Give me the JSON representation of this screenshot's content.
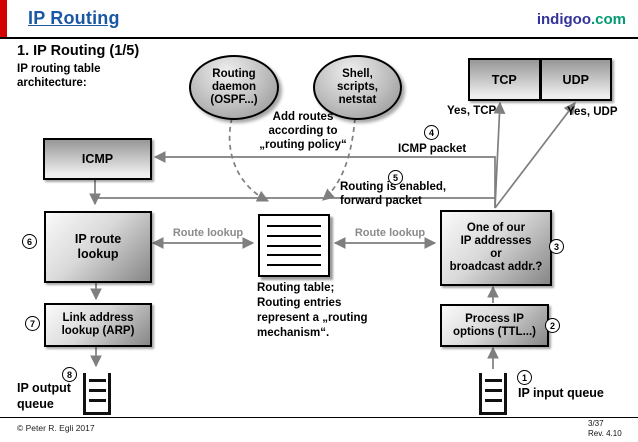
{
  "header": {
    "title": "IP Routing",
    "brand": {
      "name": "indigoo",
      "tld": ".com"
    }
  },
  "intro": {
    "title": "1. IP Routing (1/5)",
    "subtitle": "IP routing table\narchitecture:"
  },
  "nodes": {
    "routing_daemon": "Routing\ndaemon\n(OSPF...)",
    "shell_scripts": "Shell,\nscripts,\nnetstat",
    "tcp": "TCP",
    "udp": "UDP",
    "icmp": "ICMP",
    "ip_route_lookup": "IP route\nlookup",
    "link_address_lookup": "Link address\nlookup (ARP)",
    "address_check": "One of our\nIP addresses\nor\nbroadcast addr.?",
    "process_ip_options": "Process IP\noptions (TTL...)"
  },
  "labels": {
    "add_routes": "Add routes\naccording to\n„routing policy“",
    "icmp_packet": "ICMP packet",
    "routing_enabled": "Routing is enabled,\nforward packet",
    "yes_tcp": "Yes, TCP",
    "yes_udp": "Yes, UDP",
    "route_lookup_left": "Route lookup",
    "route_lookup_right": "Route lookup",
    "routing_table_note": "Routing table;\nRouting entries\nrepresent a „routing\nmechanism“.",
    "ip_output_queue": "IP output\nqueue",
    "ip_input_queue": "IP input queue"
  },
  "steps": [
    "1",
    "2",
    "3",
    "4",
    "5",
    "6",
    "7",
    "8"
  ],
  "footer": {
    "copyright": "© Peter R. Egli 2017",
    "page": "3/37",
    "revision": "Rev. 4.10"
  },
  "colors": {
    "title_blue": "#1a57a5",
    "brand_blue": "#333399",
    "brand_green": "#009b72",
    "accent_red": "#d40000",
    "connector_gray": "#7f7f7f"
  }
}
